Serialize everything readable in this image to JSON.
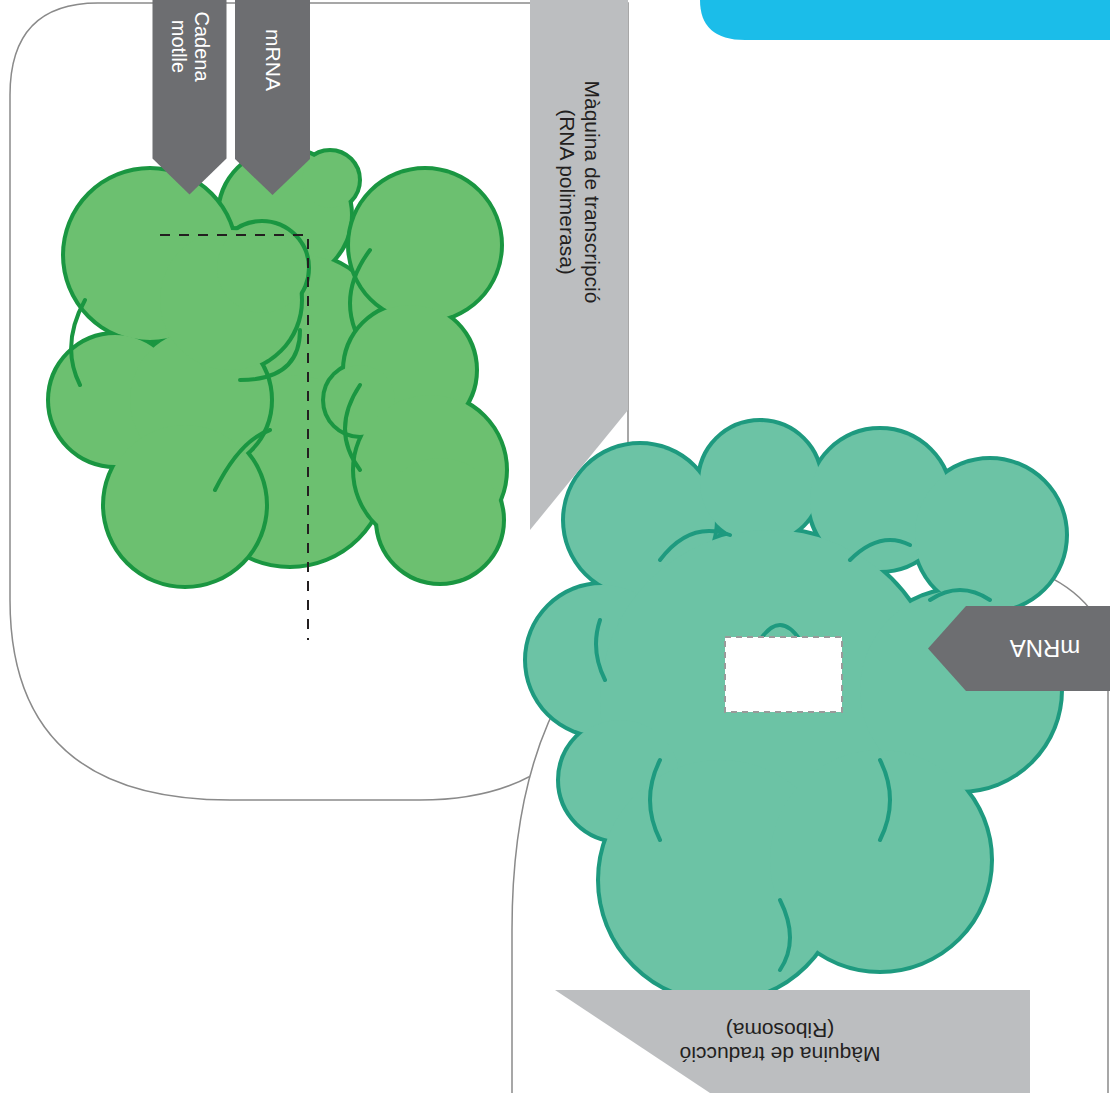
{
  "diagram": {
    "nodes": [
      {
        "text": [
          "Cadena motlle"
        ]
      },
      {
        "text": [
          "mRNA"
        ]
      },
      {
        "text": [
          "Màquina de transcripció (RNA polimerasa)"
        ]
      },
      {
        "text": [
          "mRNA"
        ]
      },
      {
        "text": [
          "Màquina de traducció (Ribosoma)"
        ]
      }
    ]
  }
}
